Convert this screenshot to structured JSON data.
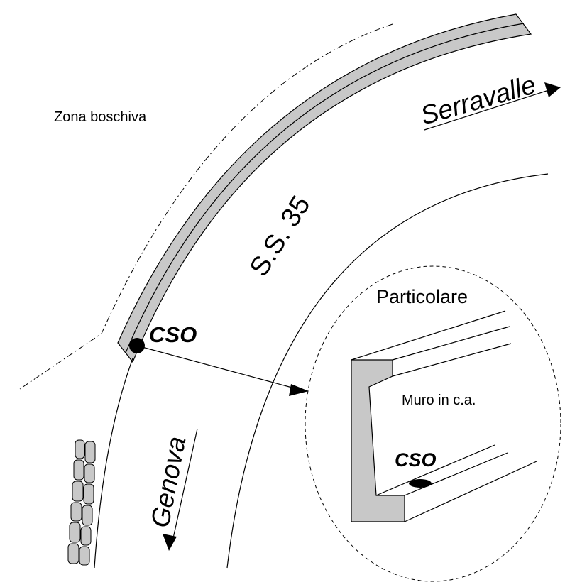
{
  "labels": {
    "forest_zone": "Zona boschiva",
    "road_name": "S.S. 35",
    "direction_north": "Serravalle",
    "direction_south": "Genova",
    "detail_title": "Particolare",
    "wall": "Muro in c.a.",
    "sensor_main": "CSO",
    "sensor_detail": "CSO"
  },
  "colors": {
    "wall_fill": "#c8c8c8",
    "stroke": "#000000",
    "background": "#ffffff"
  }
}
